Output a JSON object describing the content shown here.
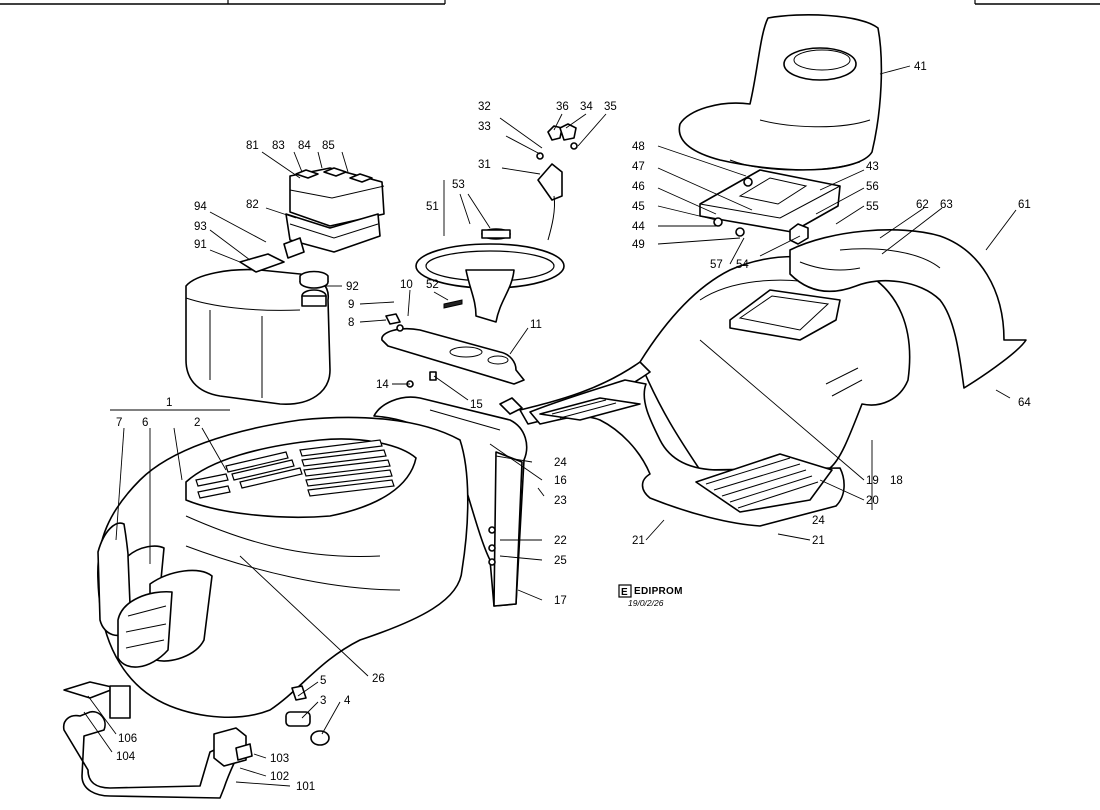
{
  "labels": {
    "p1": "1",
    "p2": "2",
    "p3": "3",
    "p4": "4",
    "p5": "5",
    "p6": "6",
    "p7": "7",
    "p8": "8",
    "p9": "9",
    "p10": "10",
    "p11": "11",
    "p14": "14",
    "p15": "15",
    "p16": "16",
    "p17": "17",
    "p18": "18",
    "p19": "19",
    "p20": "20",
    "p21a": "21",
    "p21b": "21",
    "p22": "22",
    "p23": "23",
    "p24a": "24",
    "p24b": "24",
    "p25": "25",
    "p26": "26",
    "p31": "31",
    "p32": "32",
    "p33": "33",
    "p34": "34",
    "p35": "35",
    "p36": "36",
    "p41": "41",
    "p43": "43",
    "p44": "44",
    "p45": "45",
    "p46": "46",
    "p47": "47",
    "p48": "48",
    "p49": "49",
    "p51": "51",
    "p52": "52",
    "p53": "53",
    "p54": "54",
    "p55": "55",
    "p56": "56",
    "p57": "57",
    "p61": "61",
    "p62": "62",
    "p63": "63",
    "p64": "64",
    "p81": "81",
    "p82": "82",
    "p83": "83",
    "p84": "84",
    "p85": "85",
    "p91": "91",
    "p92": "92",
    "p93": "93",
    "p94": "94",
    "p101": "101",
    "p102": "102",
    "p103": "103",
    "p104": "104",
    "p106": "106"
  },
  "logo": {
    "brand": "EDIPROM",
    "code": "19/0/2/26"
  }
}
